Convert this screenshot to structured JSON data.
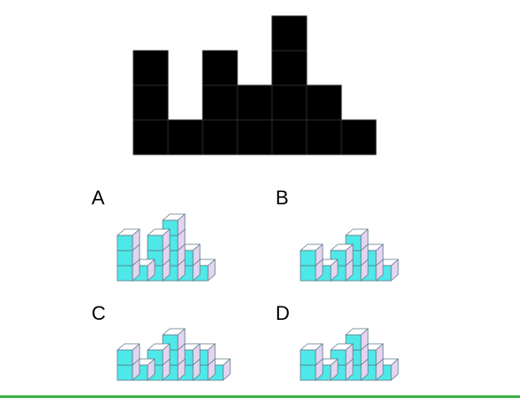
{
  "puzzle": {
    "target": {
      "heights": [
        3,
        1,
        3,
        2,
        4,
        2,
        1
      ]
    },
    "options": [
      {
        "label": "A",
        "heights": [
          3,
          1,
          3,
          4,
          2,
          1
        ]
      },
      {
        "label": "B",
        "heights": [
          2,
          1,
          2,
          3,
          2,
          1
        ]
      },
      {
        "label": "C",
        "heights": [
          2,
          1,
          2,
          3,
          2,
          2,
          1
        ]
      },
      {
        "label": "D",
        "heights": [
          2,
          1,
          2,
          3,
          2,
          1
        ]
      }
    ]
  },
  "colors": {
    "target_fill": "#000000",
    "target_grid": "#2b2b2b",
    "cube_front": "#4fe8e8",
    "cube_top": "#ffffff",
    "cube_side": "#e4d4f0",
    "cube_edge": "#5a7a8a",
    "bottom_line": "#3cb043"
  }
}
